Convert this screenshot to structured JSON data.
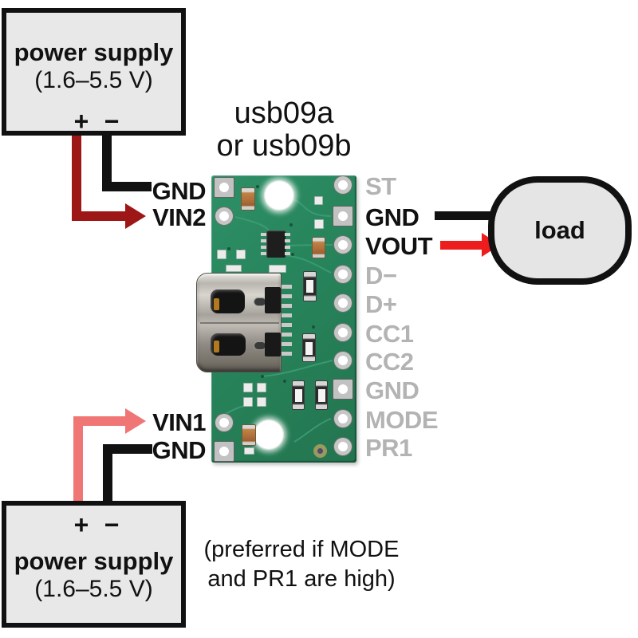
{
  "board": {
    "title_line1": "usb09a",
    "title_line2": "or usb09b"
  },
  "top_supply": {
    "title": "power supply",
    "range": "(1.6–5.5 V)",
    "plus": "+",
    "minus": "−"
  },
  "bottom_supply": {
    "title": "power supply",
    "range": "(1.6–5.5 V)",
    "plus": "+",
    "minus": "−"
  },
  "pins": {
    "left": [
      {
        "label": "GND"
      },
      {
        "label": "VIN2"
      },
      {
        "label": "VIN1"
      },
      {
        "label": "GND"
      }
    ],
    "right": [
      {
        "label": "ST",
        "connected": false
      },
      {
        "label": "GND",
        "connected": true
      },
      {
        "label": "VOUT",
        "connected": true
      },
      {
        "label": "D−",
        "connected": false
      },
      {
        "label": "D+",
        "connected": false
      },
      {
        "label": "CC1",
        "connected": false
      },
      {
        "label": "CC2",
        "connected": false
      },
      {
        "label": "GND",
        "connected": false
      },
      {
        "label": "MODE",
        "connected": false
      },
      {
        "label": "PR1",
        "connected": false
      }
    ]
  },
  "load": {
    "label": "load"
  },
  "note": {
    "line1": "(preferred if MODE",
    "line2": "and PR1 are high)"
  },
  "colors": {
    "wire_black": "#111111",
    "wire_dark_red": "#9e1717",
    "wire_pink": "#f07676",
    "wire_bright_red": "#ee1c1c",
    "pcb_green": "#27855c",
    "inactive_pin_gray": "#b3b3b3",
    "supply_fill": "#e8e8e8",
    "load_fill": "#e5e5e5"
  }
}
